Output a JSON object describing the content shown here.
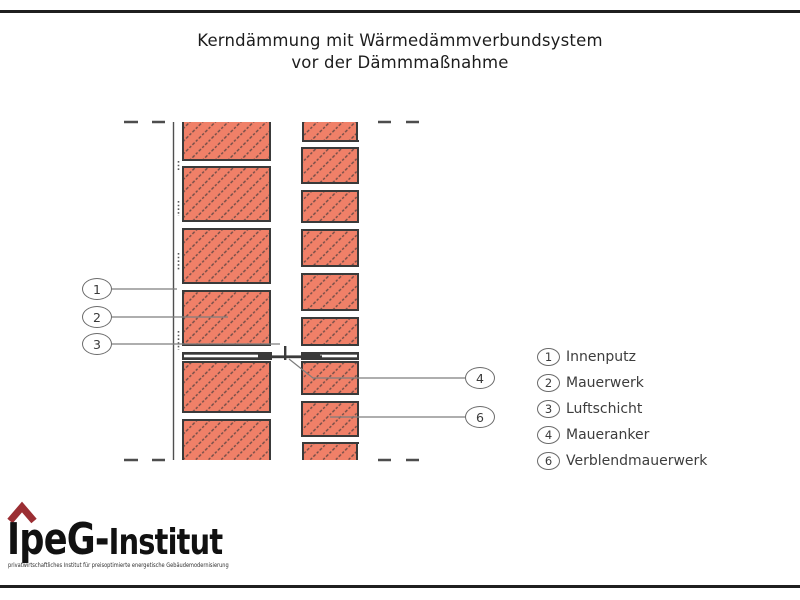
{
  "slide": {
    "title_line1": "Kerndämmung mit Wärmedämmverbundsystem",
    "title_line2": "vor der Dämmmaßnahme"
  },
  "diagram": {
    "callouts": {
      "c1": "1",
      "c2": "2",
      "c3": "3",
      "c4": "4",
      "c6": "6"
    }
  },
  "legend": {
    "items": [
      {
        "num": "1",
        "label": "Innenputz"
      },
      {
        "num": "2",
        "label": "Mauerwerk"
      },
      {
        "num": "3",
        "label": "Luftschicht"
      },
      {
        "num": "4",
        "label": "Maueranker"
      },
      {
        "num": "6",
        "label": "Verblendmauerwerk"
      }
    ]
  },
  "logo": {
    "wordmark_main": "IpeG-",
    "wordmark_suffix": "Institut",
    "tagline": "privatwirtschaftliches Institut für preisoptimierte energetische Gebäudemodernisierung"
  },
  "colors": {
    "brick_fill": "#f08068",
    "hatch_line": "#6d4c47",
    "outline": "#3a3a3a",
    "logo_roof": "#9b2e33",
    "rule": "#1f1f1f"
  }
}
